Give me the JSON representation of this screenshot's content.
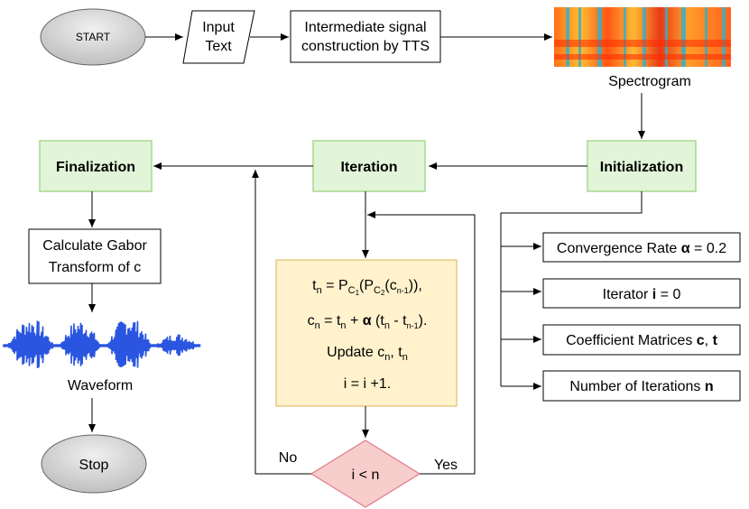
{
  "nodes": {
    "start": "START",
    "input_line1": "Input",
    "input_line2": "Text",
    "tts_line1": "Intermediate signal",
    "tts_line2": "construction by TTS",
    "spectrogram": "Spectrogram",
    "initialization": "Initialization",
    "iteration": "Iteration",
    "finalization": "Finalization",
    "gabor_line1": "Calculate Gabor",
    "gabor_line2": "Transform of c",
    "waveform": "Waveform",
    "stop": "Stop",
    "decision": "i < n",
    "no": "No",
    "yes": "Yes"
  },
  "params": {
    "convergence_prefix": "Convergence Rate ",
    "convergence_symbol": "α",
    "convergence_value": " = 0.2",
    "iterator_prefix": "Iterator ",
    "iterator_symbol": "i",
    "iterator_value": " = 0",
    "coeff_prefix": "Coefficient Matrices ",
    "coeff_c": "c",
    "coeff_sep": ", ",
    "coeff_t": "t",
    "num_prefix": "Number of Iterations ",
    "num_symbol": "n"
  },
  "update_block": {
    "eq1": "t_n = P_C1(P_C2(c_n-1)),",
    "eq2": "c_n = t_n + α (t_n - t_n-1).",
    "eq3": "Update c_n, t_n",
    "eq4": "i = i +1."
  },
  "colors": {
    "green_fill": "#e2f5d8",
    "green_stroke": "#a6d98d",
    "yellow_fill": "#fff2cc",
    "yellow_stroke": "#d6b656",
    "pink_fill": "#f8cecc",
    "pink_stroke": "#e07a8a",
    "ellipse_fill": "#d9d9d9",
    "waveform": "#2a55e0"
  }
}
